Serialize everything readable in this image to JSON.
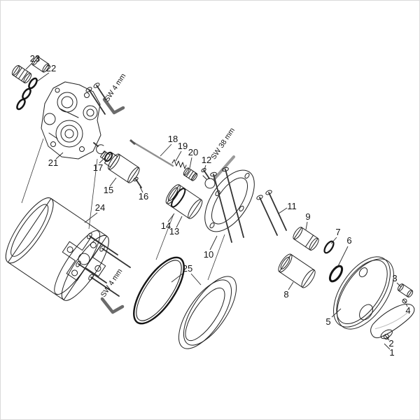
{
  "diagram": {
    "type": "exploded-parts-diagram",
    "background": "#ffffff",
    "line_color": "#1f1f1f",
    "metal_light": "#ececec",
    "metal_mid": "#d6d6d6"
  },
  "labels": {
    "p1": {
      "text": "1"
    },
    "p2": {
      "text": "2"
    },
    "p3": {
      "text": "3"
    },
    "p4": {
      "text": "4"
    },
    "p5": {
      "text": "5"
    },
    "p6": {
      "text": "6"
    },
    "p7": {
      "text": "7"
    },
    "p8": {
      "text": "8"
    },
    "p9": {
      "text": "9"
    },
    "p10": {
      "text": "10"
    },
    "p11": {
      "text": "11"
    },
    "p12": {
      "text": "12"
    },
    "p13": {
      "text": "13"
    },
    "p14": {
      "text": "14"
    },
    "p15": {
      "text": "15"
    },
    "p16": {
      "text": "16"
    },
    "p17": {
      "text": "17"
    },
    "p18": {
      "text": "18"
    },
    "p19": {
      "text": "19"
    },
    "p20": {
      "text": "20"
    },
    "p21": {
      "text": "21"
    },
    "p22": {
      "text": "22"
    },
    "p23": {
      "text": "23"
    },
    "p24": {
      "text": "24"
    },
    "p25": {
      "text": "25"
    }
  },
  "annotations": {
    "sw4_top": {
      "text": "SW 4 mm"
    },
    "sw38": {
      "text": "SW 38 mm"
    },
    "sw4_bottom": {
      "text": "SW 4 mm"
    }
  }
}
